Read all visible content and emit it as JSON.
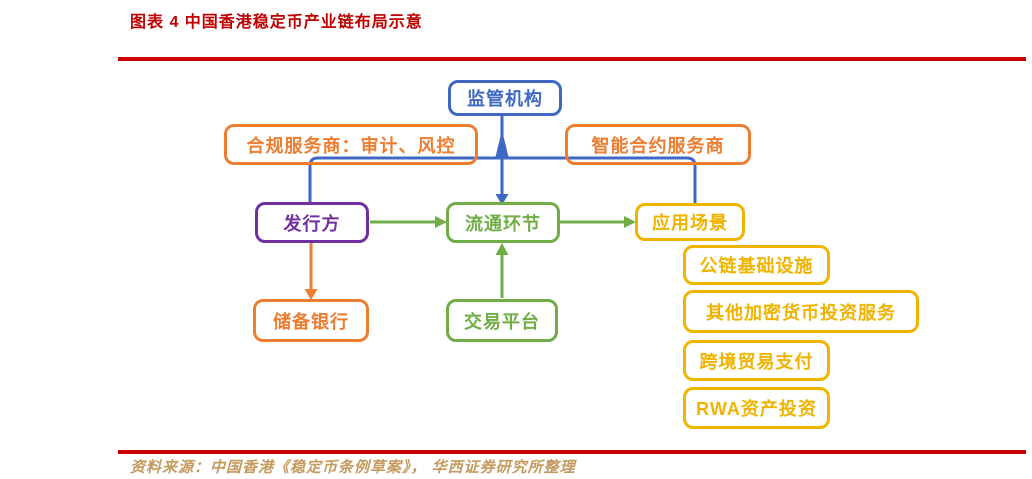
{
  "header": {
    "title": "图表 4 中国香港稳定币产业链布局示意"
  },
  "footer": {
    "source": "资料来源：中国香港《稳定币条例草案》， 华西证券研究所整理"
  },
  "colors": {
    "title_red": "#C00000",
    "rule_red": "#CC0000",
    "blue": "#3F68C5",
    "orange": "#ED7D31",
    "purple": "#7030A0",
    "green": "#70AD47",
    "gold": "#F0B400",
    "source_tan": "#C49A5E"
  },
  "nodes": [
    {
      "id": "regulator",
      "label": "监管机构",
      "color": "blue"
    },
    {
      "id": "compliance-provider",
      "label": "合规服务商：审计、风控",
      "color": "orange"
    },
    {
      "id": "smart-contract-provider",
      "label": "智能合约服务商",
      "color": "orange"
    },
    {
      "id": "issuer",
      "label": "发行方",
      "color": "purple"
    },
    {
      "id": "circulation",
      "label": "流通环节",
      "color": "green"
    },
    {
      "id": "application-scenarios",
      "label": "应用场景",
      "color": "gold"
    },
    {
      "id": "reserve-bank",
      "label": "储备银行",
      "color": "orange"
    },
    {
      "id": "exchange-platform",
      "label": "交易平台",
      "color": "green"
    },
    {
      "id": "public-chain-infra",
      "label": "公链基础设施",
      "color": "gold"
    },
    {
      "id": "other-crypto-investment",
      "label": "其他加密货币投资服务",
      "color": "gold"
    },
    {
      "id": "cross-border-payment",
      "label": "跨境贸易支付",
      "color": "gold"
    },
    {
      "id": "rwa-investment",
      "label": "RWA资产投资",
      "color": "gold"
    }
  ],
  "edges": [
    {
      "from": "监管机构",
      "to": "流通环节",
      "style": "blue-arrow-down"
    },
    {
      "from": "合规服务商：审计、风控",
      "to": "监管机构",
      "style": "blue-arrow-up-junction"
    },
    {
      "from": "合规服务商：审计、风控",
      "to": "发行方",
      "style": "blue-elbow"
    },
    {
      "from": "智能合约服务商",
      "to": "应用场景",
      "style": "blue-elbow"
    },
    {
      "from": "发行方",
      "to": "流通环节",
      "style": "green-arrow-right"
    },
    {
      "from": "流通环节",
      "to": "应用场景",
      "style": "green-arrow-right"
    },
    {
      "from": "交易平台",
      "to": "流通环节",
      "style": "green-arrow-up"
    },
    {
      "from": "发行方",
      "to": "储备银行",
      "style": "orange-arrow-down"
    }
  ]
}
